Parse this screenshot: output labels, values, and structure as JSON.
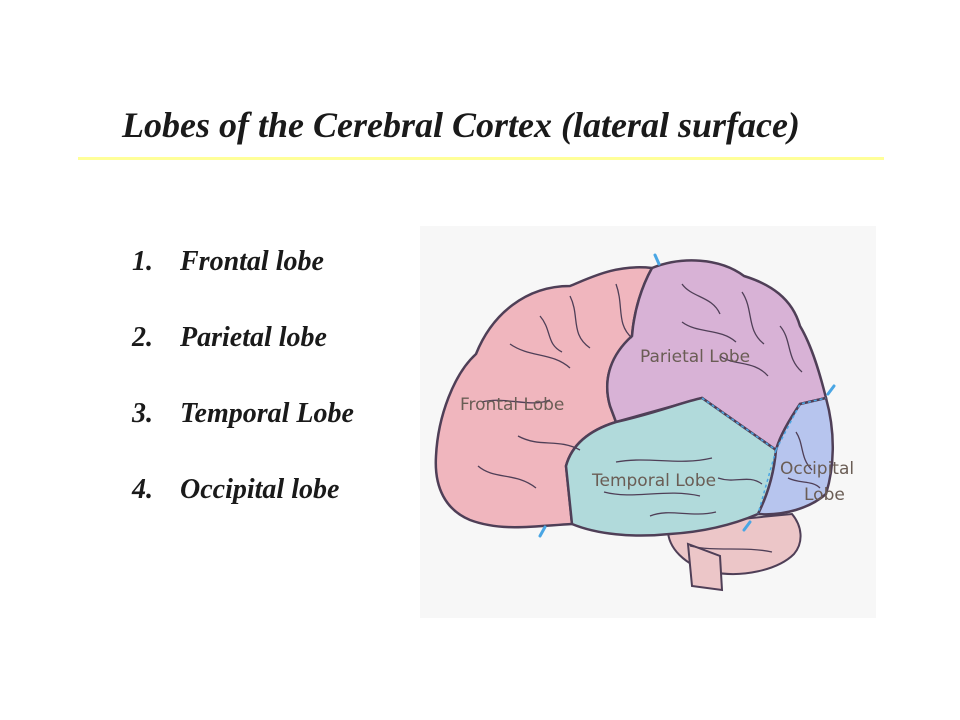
{
  "slide": {
    "title": "Lobes of the Cerebral Cortex (lateral surface)"
  },
  "list": {
    "items": [
      {
        "number": "1.",
        "label": "Frontal lobe"
      },
      {
        "number": "2.",
        "label": "Parietal lobe"
      },
      {
        "number": "3.",
        "label": "Temporal Lobe"
      },
      {
        "number": "4.",
        "label": "Occipital lobe"
      }
    ]
  },
  "diagram": {
    "labels": {
      "frontal": "Frontal Lobe",
      "parietal": "Parietal Lobe",
      "temporal": "Temporal Lobe",
      "occipital_line1": "Occipital",
      "occipital_line2": "Lobe"
    },
    "colors": {
      "frontal": "#f0b6be",
      "parietal": "#d8b2d6",
      "temporal": "#b1dadb",
      "occipital": "#b7c5ee",
      "cerebellum": "#ecc6c8",
      "outline": "#4f3f57",
      "marker": "#4aa6e4"
    }
  }
}
